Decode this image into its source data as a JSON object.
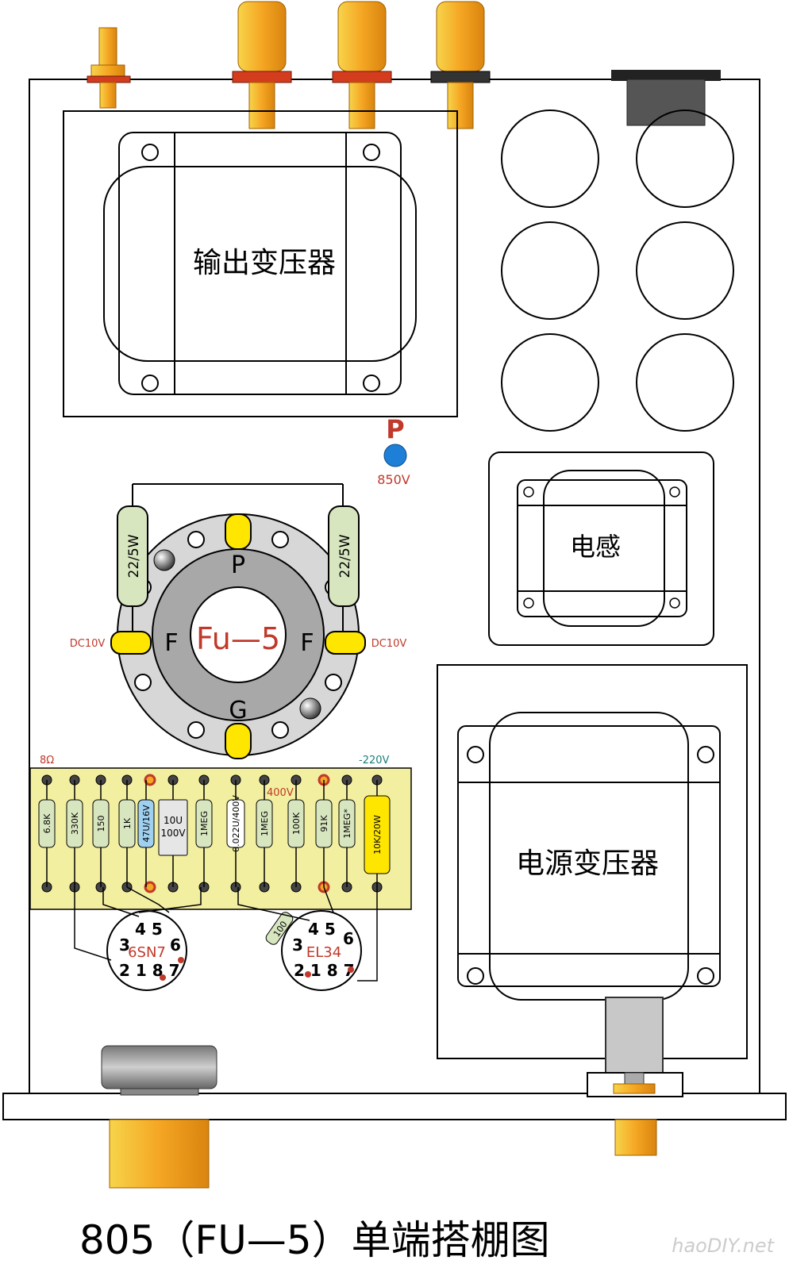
{
  "output_transformer": {
    "label": "输出变压器"
  },
  "plate_point": {
    "letter": "P",
    "voltage": "850V"
  },
  "choke": {
    "label": "电感"
  },
  "power_transformer": {
    "label": "电源变压器"
  },
  "tube": {
    "name": "Fu—5",
    "pin_plate": "P",
    "pin_filament_left": "F",
    "pin_filament_right": "F",
    "pin_grid": "G",
    "filament_voltage_left": "DC10V",
    "filament_voltage_right": "DC10V",
    "resistor_left": "22/5W",
    "resistor_right": "22/5W"
  },
  "board": {
    "label_ohm": "8Ω",
    "label_neg": "-220V",
    "label_400": "400V",
    "components": [
      "6.8K",
      "330K",
      "150",
      "1K",
      "47U/16V",
      "10U\n100V",
      "1MEG",
      "0.022U/400V",
      "1MEG",
      "100K",
      "91K",
      "1MEG*",
      "10K/20W"
    ]
  },
  "socket_left": {
    "name": "6SN7",
    "pins_top": "4 5",
    "pin_left": "3",
    "pin_right": "6",
    "pins_bottom": "2 1 8 7"
  },
  "socket_right": {
    "name": "EL34",
    "pins_top": "4 5",
    "pin_left": "3",
    "pin_right": "6",
    "pins_bottom": "2 1 8 7",
    "resistor": "100"
  },
  "title": "805（FU—5）单端搭棚图",
  "watermark": "haoDIY.net",
  "colors": {
    "brass": "#f5a623",
    "board": "#f3efa0",
    "ring": "#c8c8c8",
    "resistor": "#d8e6c0",
    "red_text": "#c0392b",
    "teal_text": "#1a7f7a",
    "blue_dot": "#1e7fd6"
  }
}
